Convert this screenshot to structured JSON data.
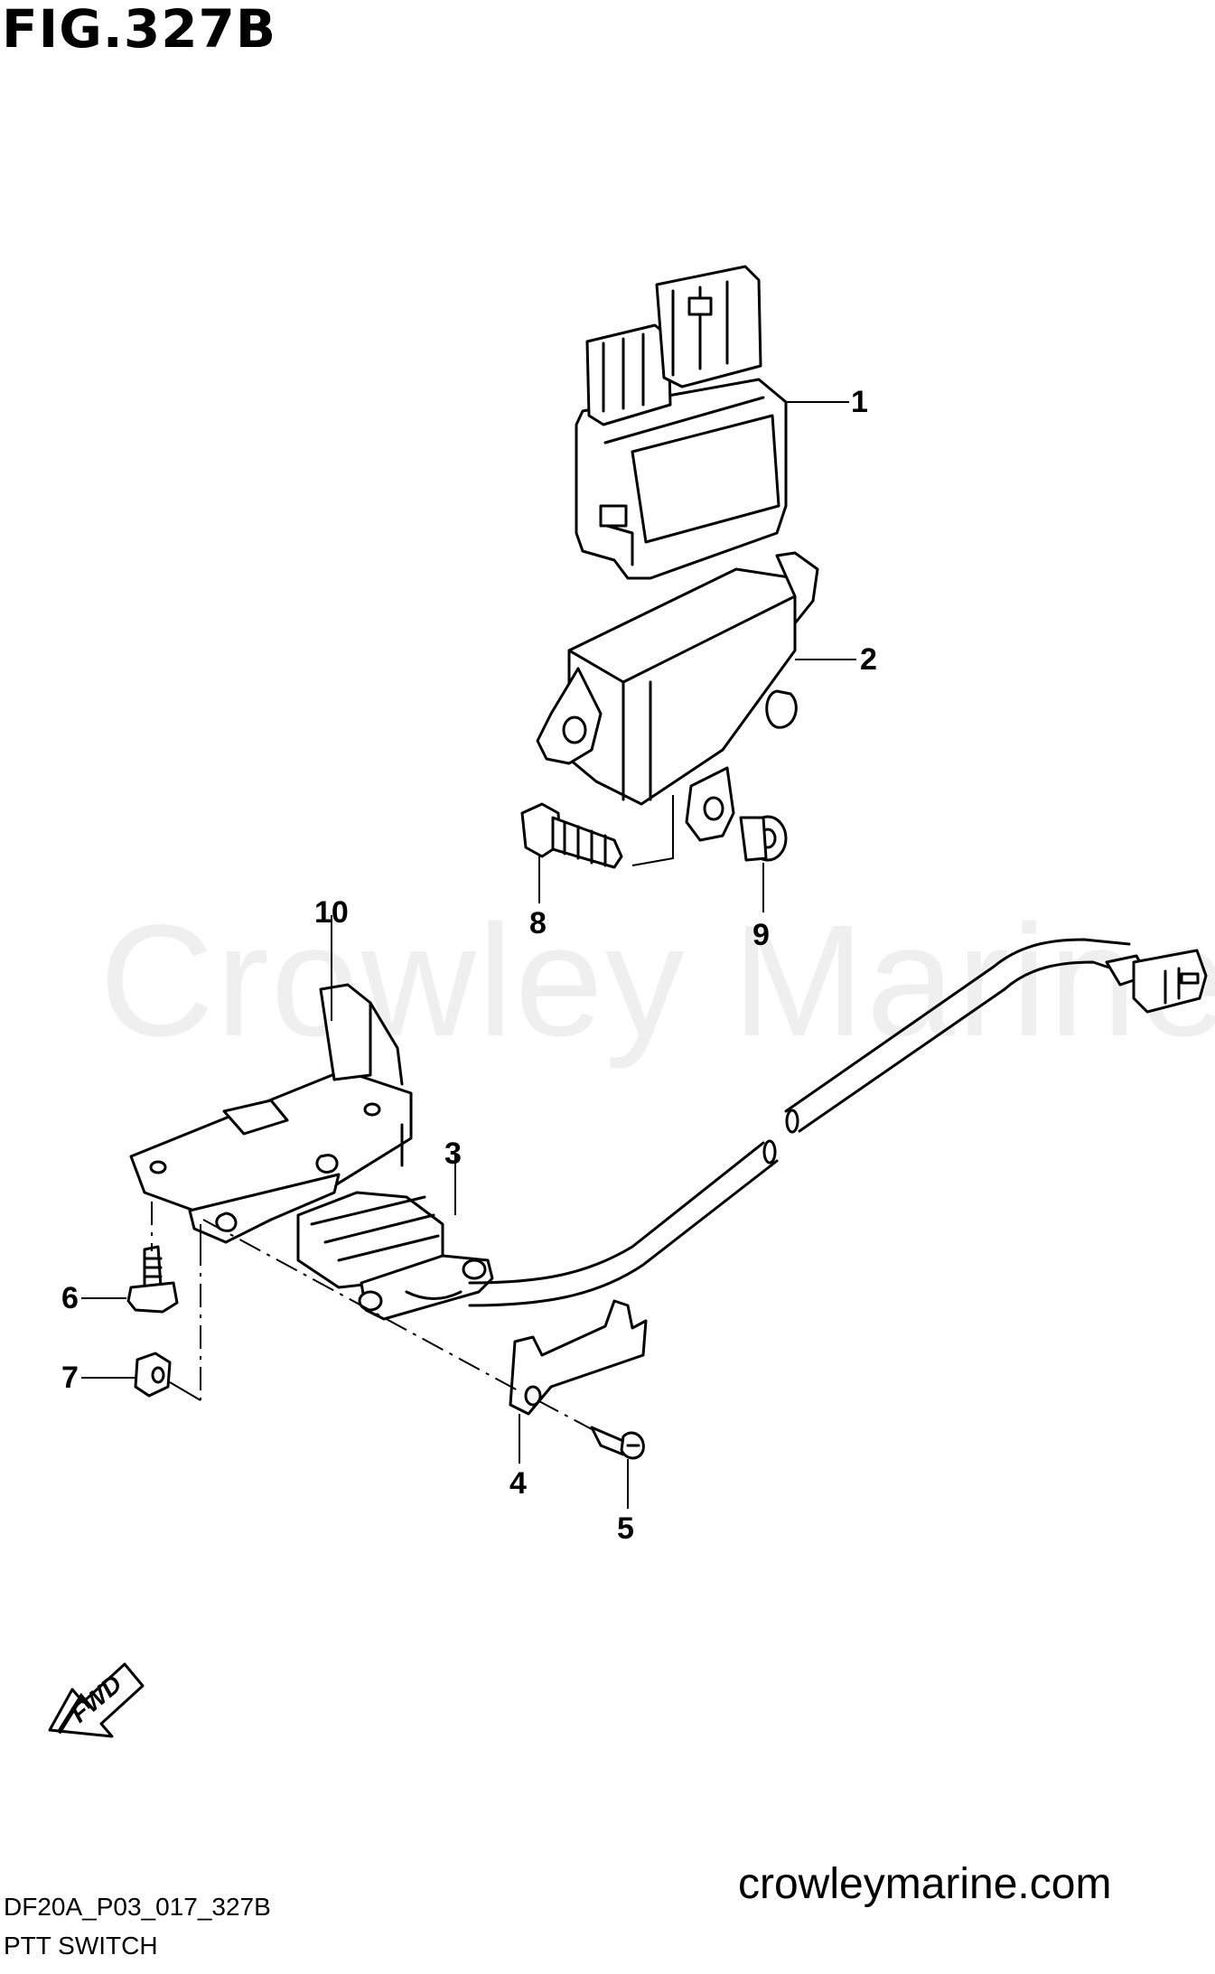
{
  "figure": {
    "title": "FIG.327B",
    "watermark": "Crowley Marine",
    "fwd_label": "FWD",
    "callouts": [
      "1",
      "2",
      "3",
      "4",
      "5",
      "6",
      "7",
      "8",
      "9",
      "10"
    ]
  },
  "footer": {
    "url": "crowleymarine.com",
    "diagram_code": "DF20A_P03_017_327B",
    "section_name": "PTT SWITCH"
  }
}
